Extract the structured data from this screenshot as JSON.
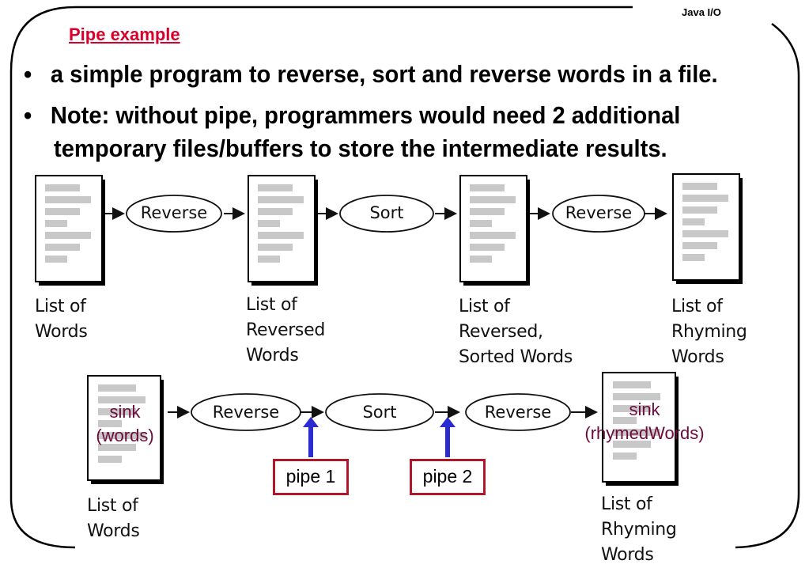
{
  "header": {
    "course_label": "Java I/O"
  },
  "title": "Pipe example",
  "bullets": [
    {
      "lines": [
        "a simple program to reverse, sort and reverse words in a file."
      ]
    },
    {
      "lines": [
        "Note: without pipe, programmers would need 2 additional",
        "temporary files/buffers  to store the intermediate results."
      ]
    }
  ],
  "top_flow": {
    "nodes": [
      "Reverse",
      "Sort",
      "Reverse"
    ],
    "documents": [
      {
        "caption": [
          "List of",
          "Words"
        ]
      },
      {
        "caption": [
          "List of",
          "Reversed",
          "Words"
        ]
      },
      {
        "caption": [
          "List of",
          "Reversed,",
          "Sorted Words"
        ]
      },
      {
        "caption": [
          "List of",
          "Rhyming",
          "Words"
        ]
      }
    ]
  },
  "bottom_flow": {
    "nodes": [
      "Reverse",
      "Sort",
      "Reverse"
    ],
    "source": {
      "label": [
        "sink",
        "(words)"
      ],
      "caption": [
        "List of",
        "Words"
      ]
    },
    "target": {
      "label": [
        "sink",
        "(rhymedWords)"
      ],
      "caption": [
        "List of",
        "Rhyming",
        "Words"
      ]
    },
    "pipes": [
      "pipe 1",
      "pipe 2"
    ]
  },
  "colors": {
    "title": "#d8002a",
    "sink_text": "#6e0a3c",
    "pipe_border": "#b0172a",
    "pipe_arrow": "#2b2bd1"
  }
}
